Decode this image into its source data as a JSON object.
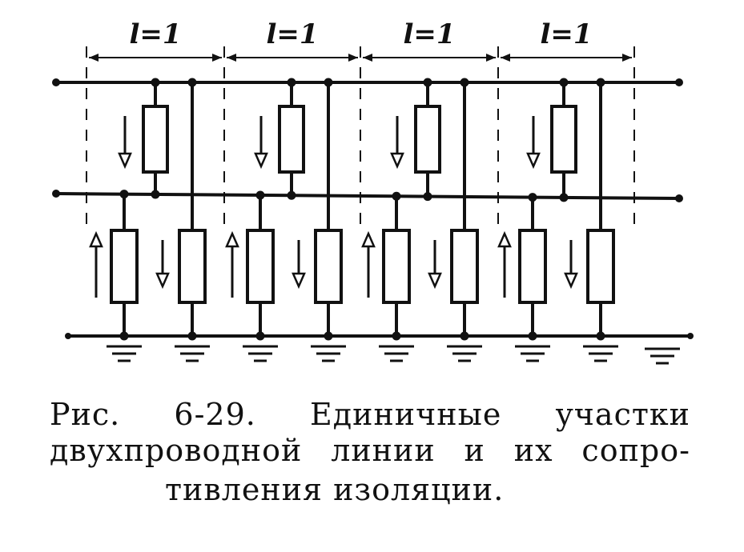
{
  "section_labels": [
    "l=1",
    "l=1",
    "l=1",
    "l=1"
  ],
  "caption": {
    "figure_number": "Рис. 6-29.",
    "line1_words": [
      "Рис.",
      "6-29.",
      "Единичные",
      "участки"
    ],
    "line2_words": [
      "двухпроводной",
      "линии",
      "и",
      "их",
      "сопро-"
    ],
    "line3": "тивления изоляции."
  },
  "colors": {
    "ink": "#111111",
    "paper": "#ffffff"
  },
  "icons": [
    "resistor-icon",
    "arrow-down-icon",
    "arrow-up-icon",
    "ground-icon",
    "terminal-dot-icon"
  ]
}
